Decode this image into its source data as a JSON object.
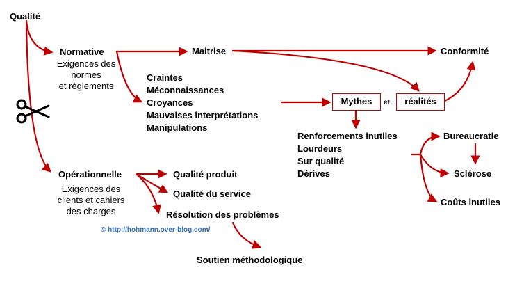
{
  "nodes": {
    "qualite": "Qualité",
    "normative": "Normative",
    "normative_desc": [
      "Exigences des",
      "normes",
      "et règlements"
    ],
    "maitrise": "Maitrise",
    "conformite": "Conformité",
    "causes": [
      "Craintes",
      "Méconnaissances",
      "Croyances",
      "Mauvaises interprétations",
      "Manipulations"
    ],
    "mythes": "Mythes",
    "et": "et",
    "realites": "réalités",
    "effets": [
      "Renforcements inutiles",
      "Lourdeurs",
      "Sur qualité",
      "Dérives"
    ],
    "bureaucratie": "Bureaucratie",
    "sclerose": "Sclérose",
    "couts": "Coûts inutiles",
    "operationnelle": "Opérationnelle",
    "operationnelle_desc": [
      "Exigences des",
      "clients et cahiers",
      "des charges"
    ],
    "qualite_produit": "Qualité produit",
    "qualite_service": "Qualité du service",
    "resolution": "Résolution des problèmes",
    "soutien": "Soutien méthodologique"
  },
  "credit": "© http://hohmann.over-blog.com/",
  "icons": {
    "cut": "scissors-icon"
  },
  "colors": {
    "arrow": "#c00000",
    "credit": "#2f6fc0",
    "text": "#000000"
  }
}
